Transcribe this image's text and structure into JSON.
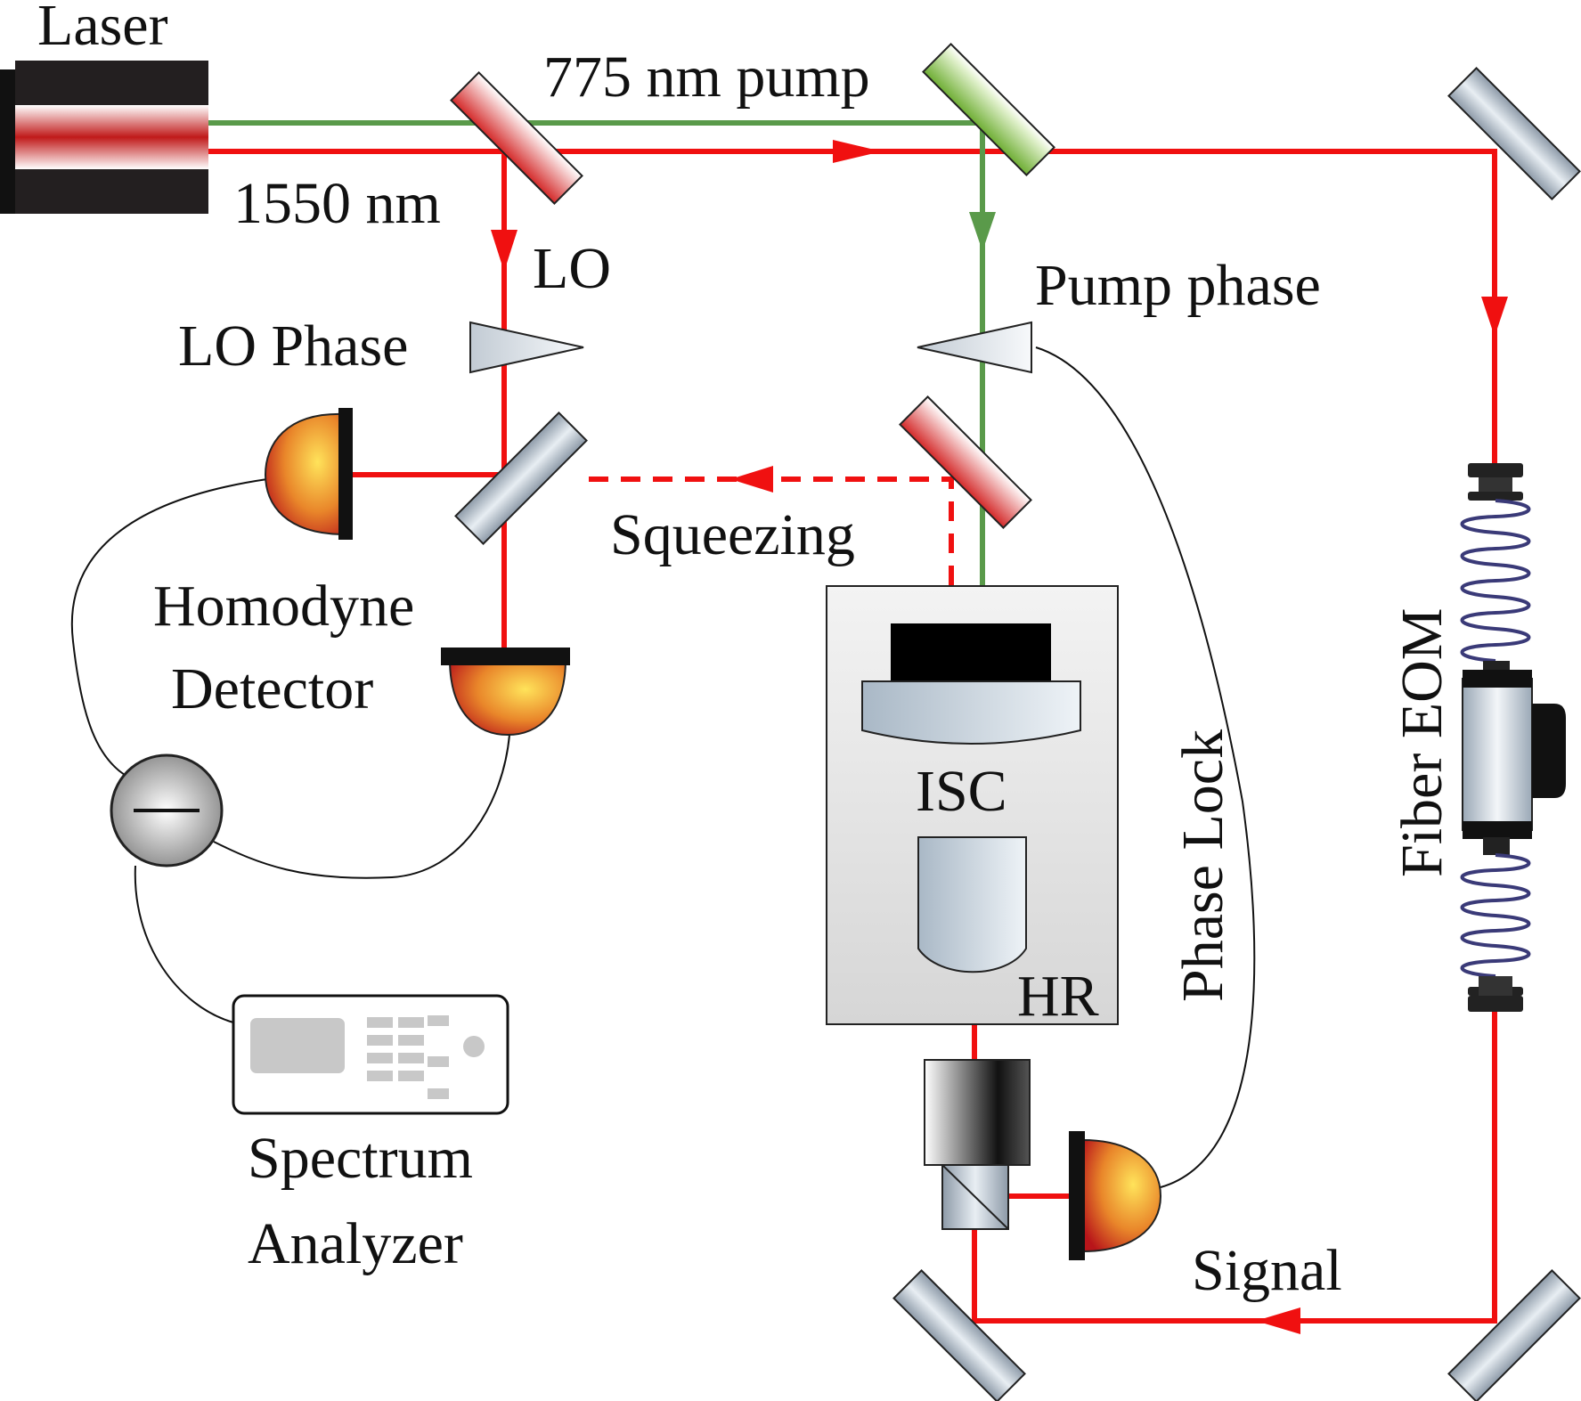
{
  "labels": {
    "laser": "Laser",
    "pump_775": "775 nm pump",
    "wl_1550": "1550 nm",
    "lo": "LO",
    "lo_phase": "LO Phase",
    "pump_phase": "Pump phase",
    "squeezing": "Squeezing",
    "homodyne_1": "Homodyne",
    "homodyne_2": "Detector",
    "isc": "ISC",
    "hr": "HR",
    "phase_lock": "Phase Lock",
    "fiber_eom": "Fiber EOM",
    "spectrum_1": "Spectrum",
    "spectrum_2": "Analyzer",
    "signal": "Signal"
  },
  "colors": {
    "red_beam": "#f01010",
    "green_beam": "#5a9a4a",
    "mirror_grey": "#aeb9c4",
    "mirror_red": "#d93030",
    "mirror_green": "#88c040",
    "detector": "#e07020",
    "box_fill": "#dedede"
  },
  "icons": [
    "laser-icon",
    "mirror-icon",
    "dichroic-mirror-icon",
    "wedge-icon",
    "detector-icon",
    "mixer-icon",
    "spectrum-analyzer-icon",
    "fiber-coil-icon",
    "eom-icon",
    "cavity-icon",
    "isolator-icon",
    "beam-splitter-icon",
    "arrow-icon"
  ]
}
